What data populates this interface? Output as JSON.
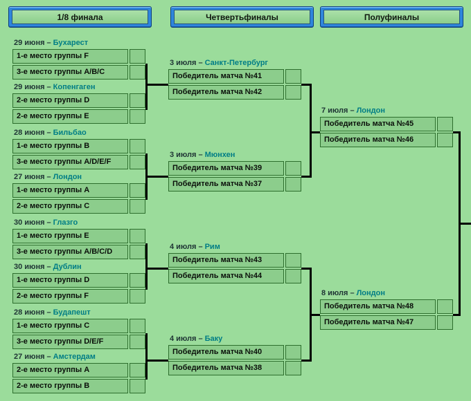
{
  "window": {
    "background": "#9bdc9b"
  },
  "tabs": [
    {
      "label": "1/8 финала"
    },
    {
      "label": "Четвертьфиналы"
    },
    {
      "label": "Полуфиналы"
    }
  ],
  "date_separator": "–",
  "bracket": {
    "round16": [
      {
        "date": "29 июня",
        "city": "Бухарест",
        "slots": [
          "1-е место группы F",
          "3-е место группы A/B/C"
        ],
        "scores": [
          "",
          ""
        ]
      },
      {
        "date": "29 июня",
        "city": "Копенгаген",
        "slots": [
          "2-е место группы D",
          "2-е место группы E"
        ],
        "scores": [
          "",
          ""
        ]
      },
      {
        "date": "28 июня",
        "city": "Бильбао",
        "slots": [
          "1-е место группы B",
          "3-е место группы A/D/E/F"
        ],
        "scores": [
          "",
          ""
        ]
      },
      {
        "date": "27 июня",
        "city": "Лондон",
        "slots": [
          "1-е место группы A",
          "2-е место группы C"
        ],
        "scores": [
          "",
          ""
        ]
      },
      {
        "date": "30 июня",
        "city": "Глазго",
        "slots": [
          "1-е место группы E",
          "3-е место группы A/B/C/D"
        ],
        "scores": [
          "",
          ""
        ]
      },
      {
        "date": "30 июня",
        "city": "Дублин",
        "slots": [
          "1-е место группы D",
          "2-е место группы F"
        ],
        "scores": [
          "",
          ""
        ]
      },
      {
        "date": "28 июня",
        "city": "Будапешт",
        "slots": [
          "1-е место группы C",
          "3-е место группы D/E/F"
        ],
        "scores": [
          "",
          ""
        ]
      },
      {
        "date": "27 июня",
        "city": "Амстердам",
        "slots": [
          "2-е место группы A",
          "2-е место группы B"
        ],
        "scores": [
          "",
          ""
        ]
      }
    ],
    "quarterfinals": [
      {
        "date": "3 июля",
        "city": "Санкт-Петербург",
        "slots": [
          "Победитель матча №41",
          "Победитель матча №42"
        ],
        "scores": [
          "",
          ""
        ]
      },
      {
        "date": "3 июля",
        "city": "Мюнхен",
        "slots": [
          "Победитель матча №39",
          "Победитель матча №37"
        ],
        "scores": [
          "",
          ""
        ]
      },
      {
        "date": "4 июля",
        "city": "Рим",
        "slots": [
          "Победитель матча №43",
          "Победитель матча №44"
        ],
        "scores": [
          "",
          ""
        ]
      },
      {
        "date": "4 июля",
        "city": "Баку",
        "slots": [
          "Победитель матча №40",
          "Победитель матча №38"
        ],
        "scores": [
          "",
          ""
        ]
      }
    ],
    "semifinals": [
      {
        "date": "7 июля",
        "city": "Лондон",
        "slots": [
          "Победитель матча №45",
          "Победитель матча №46"
        ],
        "scores": [
          "",
          ""
        ]
      },
      {
        "date": "8 июля",
        "city": "Лондон",
        "slots": [
          "Победитель матча №48",
          "Победитель матча №47"
        ],
        "scores": [
          "",
          ""
        ]
      }
    ]
  },
  "colors": {
    "background": "#9bdc9b",
    "cell_fill": "#8ccd8c",
    "cell_border": "#2d6e2d",
    "connector": "#000000",
    "date_text": "#1e3434",
    "city_text": "#007d85",
    "tab_blue": "#2f86dc"
  }
}
